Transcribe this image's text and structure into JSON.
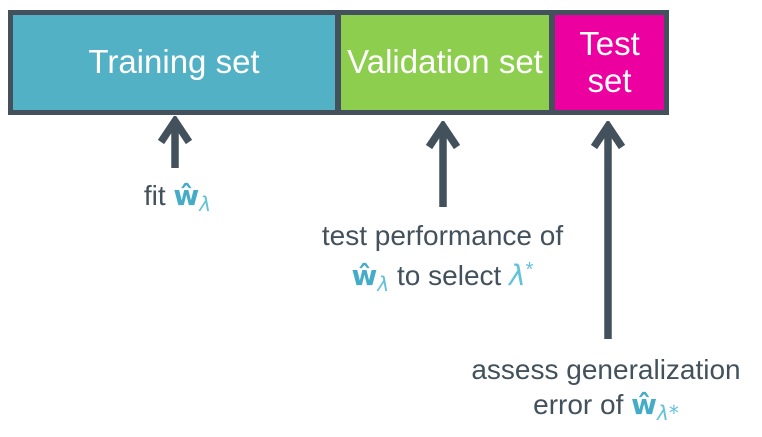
{
  "bar": {
    "border_color": "#43515D",
    "segments": [
      {
        "name": "training",
        "label": "Training set",
        "color": "#52B1C4"
      },
      {
        "name": "validation",
        "label": "Validation set",
        "color": "#8DCE4F"
      },
      {
        "name": "test",
        "label": "Test set",
        "color": "#EC009F"
      }
    ]
  },
  "annotations": {
    "fit": {
      "prefix": "fit ",
      "w": "ŵ",
      "w_sub": "λ"
    },
    "validation": {
      "line1": "test performance of",
      "w": "ŵ",
      "w_sub": "λ",
      "mid": " to select ",
      "lambda": "λ",
      "star": "*"
    },
    "test": {
      "line1": "assess generalization",
      "prefix": "error of ",
      "w": "ŵ",
      "w_sub": "λ*"
    }
  },
  "colors": {
    "arrow": "#43515D",
    "text": "#43515D",
    "accent_teal_bold": "#45ACC7",
    "accent_teal_light": "#62C2DA",
    "training_fill": "#52B1C4",
    "validation_fill": "#8DCE4F",
    "test_fill": "#EC009F"
  }
}
